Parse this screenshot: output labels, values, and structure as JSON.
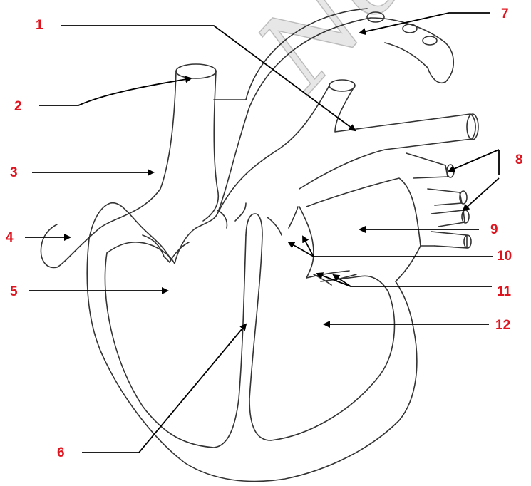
{
  "diagram": {
    "labels": [
      {
        "id": "1",
        "text": "1"
      },
      {
        "id": "2",
        "text": "2"
      },
      {
        "id": "3",
        "text": "3"
      },
      {
        "id": "4",
        "text": "4"
      },
      {
        "id": "5",
        "text": "5"
      },
      {
        "id": "6",
        "text": "6"
      },
      {
        "id": "7",
        "text": "7"
      },
      {
        "id": "8",
        "text": "8"
      },
      {
        "id": "9",
        "text": "9"
      },
      {
        "id": "10",
        "text": "10"
      },
      {
        "id": "11",
        "text": "11"
      },
      {
        "id": "12",
        "text": "12"
      }
    ],
    "label_color": "#e0141e",
    "line_color": "#333333"
  }
}
